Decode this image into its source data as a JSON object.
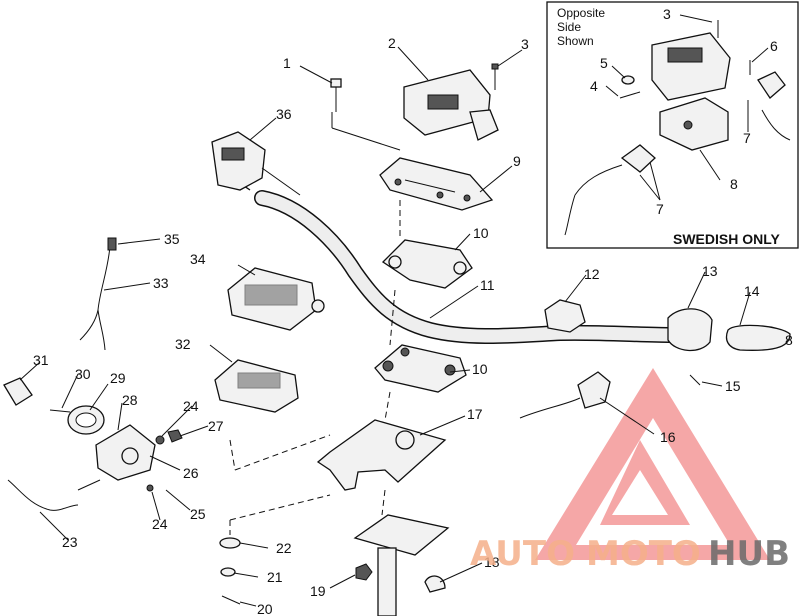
{
  "callouts": {
    "c1": "1",
    "c2": "2",
    "c3": "3",
    "c4": "4",
    "c5": "5",
    "c6": "6",
    "c7": "7",
    "c8": "8",
    "c9": "9",
    "c10": "10",
    "c11": "11",
    "c12": "12",
    "c13": "13",
    "c14": "14",
    "c15": "15",
    "c16": "16",
    "c17": "17",
    "c18": "18",
    "c19": "19",
    "c20": "20",
    "c21": "21",
    "c22": "22",
    "c23": "23",
    "c24": "24",
    "c25": "25",
    "c26": "26",
    "c27": "27",
    "c28": "28",
    "c29": "29",
    "c30": "30",
    "c31": "31",
    "c32": "32",
    "c33": "33",
    "c34": "34",
    "c35": "35",
    "c36": "36"
  },
  "inset": {
    "note_line1": "Opposite",
    "note_line2": "Side",
    "note_line3": "Shown",
    "title": "SWEDISH ONLY"
  },
  "watermark": {
    "part1": "AUTO",
    "part2": "MOTO",
    "part3": "HUB",
    "color_primary": "#f5b08a",
    "color_secondary": "#6b6b6b",
    "color_triangle": "#f28a8a"
  }
}
